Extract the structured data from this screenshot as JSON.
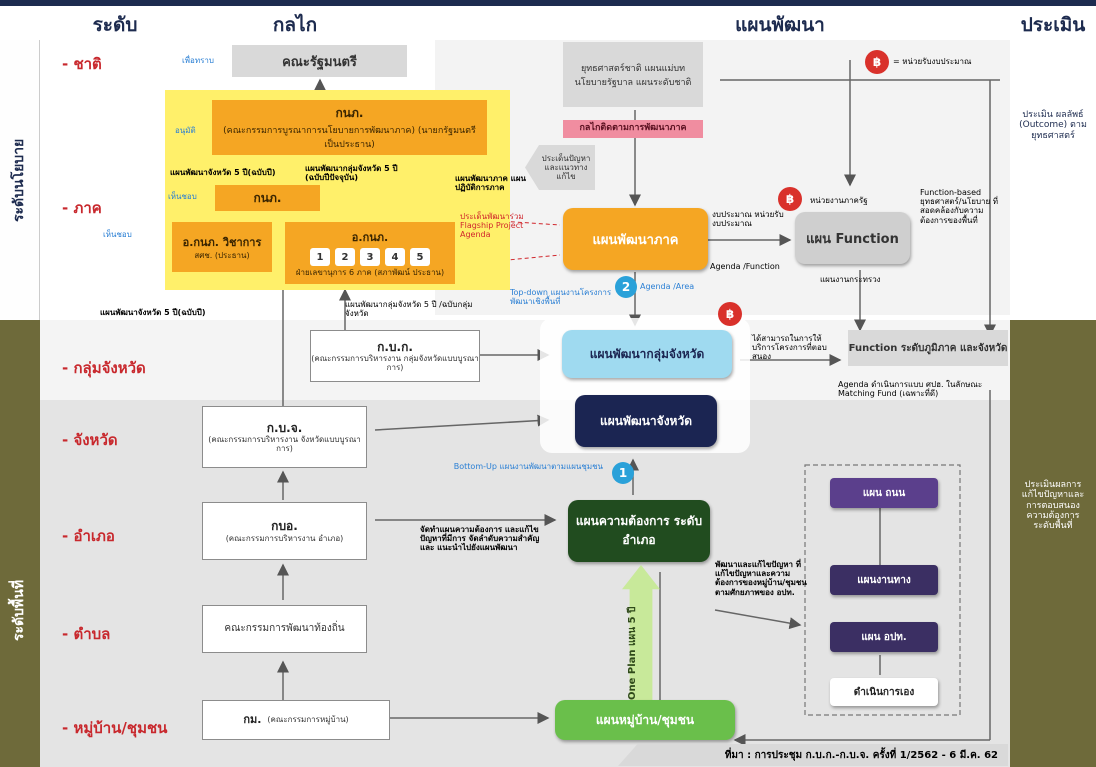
{
  "headers": {
    "level": "ระดับ",
    "mechanism": "กลไก",
    "plan": "แผนพัฒนา",
    "evaluate": "ประเมิน"
  },
  "side_labels": {
    "policy": "ระดับนโยบาย",
    "area": "ระดับพื้นที่"
  },
  "levels": {
    "national": "- ชาติ",
    "region": "- ภาค",
    "cluster": "- กลุ่มจังหวัด",
    "province": "- จังหวัด",
    "district": "- อำเภอ",
    "subdistrict": "- ตำบล",
    "village": "- หมู่บ้าน/ชุมชน"
  },
  "mech": {
    "cabinet": "คณะรัฐมนตรี",
    "cabinet_note": "เพื่อทราบ",
    "kbnp_title": "กนภ.",
    "kbnp_desc": "(คณะกรรมการบูรณาการนโยบายการพัฒนาภาค) (นายกรัฐมนตรีเป็นประธาน)",
    "kbnp_note": "อนุมัติ",
    "kbnp_small": "กนภ.",
    "kbnp_small_note": "เห็นชอบ",
    "approve_label": "เห็นชอบ",
    "sub_kbnp_title": "อ.กนภ. วิชาการ",
    "sub_kbnp_sub": "สศช. (ประธาน)",
    "a_kbnp_title": "อ.กนภ.",
    "a_kbnp_nums": [
      "1",
      "2",
      "3",
      "4",
      "5"
    ],
    "a_kbnp_sub": "ฝ่ายเลขานุการ 6 ภาค (สภาพัฒน์ ประธาน)",
    "yellow_note1": "แผนพัฒนาจังหวัด 5 ปี(ฉบับปี)",
    "yellow_note2": "แผนพัฒนากลุ่มจังหวัด 5 ปี (ฉบับปีปัจจุบัน)",
    "province_plan_5yr": "แผนพัฒนาจังหวัด 5 ปี(ฉบับปี)",
    "cluster_plan_5yr": "แผนพัฒนากลุ่มจังหวัด 5 ปี /ฉบับกลุ่มจังหวัด",
    "kbk_title": "ก.บ.ก.",
    "kbk_desc": "(คณะกรรมการบริหารงาน กลุ่มจังหวัดแบบบูรณาการ)",
    "kbj_title": "ก.บ.จ.",
    "kbj_desc": "(คณะกรรมการบริหารงาน จังหวัดแบบบูรณาการ)",
    "kba_title": "กบอ.",
    "kba_desc": "(คณะกรรมการบริหารงาน อำเภอ)",
    "tambon": "คณะกรรมการพัฒนาท้องถิ่น",
    "village_title": "กม.",
    "village_desc": "(คณะกรรมการหมู่บ้าน)"
  },
  "plan": {
    "national_items": "ยุทธศาสตร์ชาติ แผนแม่บท นโยบายรัฐบาล แผนระดับชาติ",
    "nesdc": "กลไกติดตามการพัฒนาภาค",
    "issue": "ประเด็นปัญหาและแนวทางแก้ไข",
    "policy_line": "แผนพัฒนาภาค แผนปฏิบัติการภาค",
    "region_plan": "แผนพัฒนาภาค",
    "region_links": "ประเด็นพัฒนาร่วม Flagship Project Agenda",
    "topdown": "Top-down แผนงานโครงการพัฒนาเชิงพื้นที่",
    "agenda_area": "Agenda /Area",
    "function_plan": "แผน Function",
    "function_right": "Function-based ยุทธศาสตร์/นโยบาย ที่สอดคล้องกับความต้องการของพื้นที่",
    "agency_label": "หน่วยงานภาครัฐ",
    "agenda_function": "Agenda /Function",
    "dept_label": "แผนงานกระทรวง",
    "budget_note": "งบประมาณ หน่วยรับงบประมาณ",
    "legend_budget": "= หน่วยรับงบประมาณ",
    "cluster_plan": "แผนพัฒนากลุ่มจังหวัด",
    "province_plan": "แผนพัฒนาจังหวัด",
    "function_province": "Function ระดับภูมิภาค และจังหวัด",
    "agenda_box": "Agenda ดำเนินการแบบ ศปฮ. ในลักษณะ Matching Fund (เฉพาะที่ดี)",
    "agenda_link": "ได้สามารถในการให้บริการโครงการที่ตอบสนอง",
    "bottomup": "Bottom-Up แผนงานพัฒนาตามแผนชุมชน",
    "district_needs": "แผนความต้องการ ระดับอำเภอ",
    "district_note": "จัดทำแผนความต้องการ และแก้ไขปัญหาที่มีการ จัดลำดับความสำคัญและ แนะนำไปยังแผนพัฒนา",
    "village_plan": "แผนหมู่บ้าน/ชุมชน",
    "oneplan": "One Plan แผน 5 ปี",
    "needs_note": "พัฒนาและแก้ไขปัญหา ที่แก้ไขปัญหาและความ ต้องการของหมู่บ้าน/ชุมชน ตามศักยภาพของ อปท.",
    "right_top": "แผน ถนน",
    "right_mid": "แผนงานทาง",
    "right_low": "แผน อปท.",
    "right_bottom": "ดำเนินการเอง"
  },
  "evaluate": {
    "outcome": "ประเมิน ผลลัพธ์ (Outcome) ตาม ยุทธศาสตร์",
    "area": "ประเมินผลการ แก้ไขปัญหาและ การตอบสนอง ความต้องการ ระดับพื้นที่"
  },
  "markers": {
    "one": "1",
    "two": "2",
    "b": "฿"
  },
  "source": "ที่มา : การประชุม ก.บ.ก.-ก.บ.จ. ครั้งที่ 1/2562 - 6 มี.ค. 62",
  "colors": {
    "title_navy": "#1d2b4f",
    "level_red": "#c8282d",
    "yellow_bg": "#fff06a",
    "orange": "#f5a623",
    "dark_green": "#214c1f",
    "navy_plan": "#1b2552",
    "cyan_plan": "#9fdaf0",
    "purple": "#5b3f8c",
    "olive_strip": "#6e6a3a"
  }
}
